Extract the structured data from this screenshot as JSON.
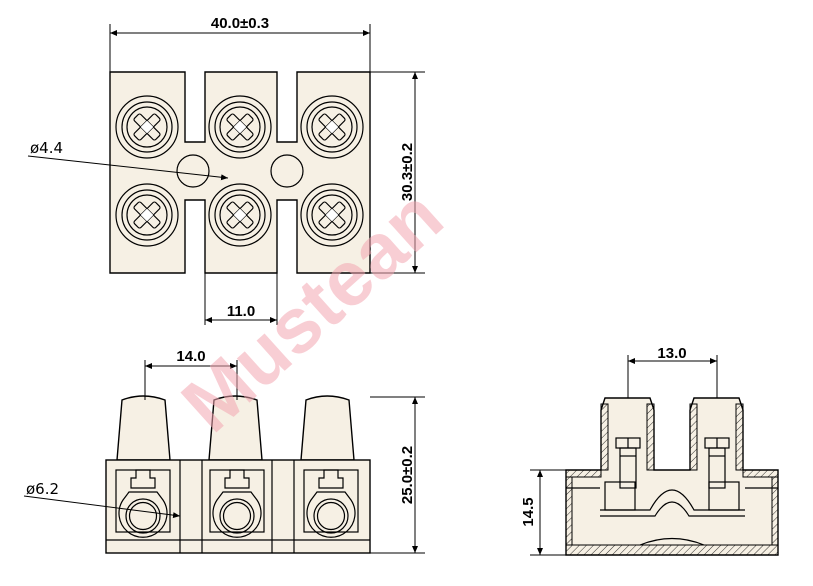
{
  "drawing": {
    "top_view": {
      "width_dim": "40.0±0.3",
      "height_dim": "30.3±0.2",
      "pitch_dim": "11.0",
      "hole_dim": "ø4.4"
    },
    "front_view": {
      "pitch_dim": "14.0",
      "height_dim": "25.0±0.2",
      "hole_dim": "ø6.2"
    },
    "side_view": {
      "top_dim": "13.0",
      "height_dim": "14.5"
    },
    "watermark": "Mustean",
    "colors": {
      "body": "#f6f0e4",
      "line": "#000000",
      "watermark": "#f3a6b0"
    }
  }
}
